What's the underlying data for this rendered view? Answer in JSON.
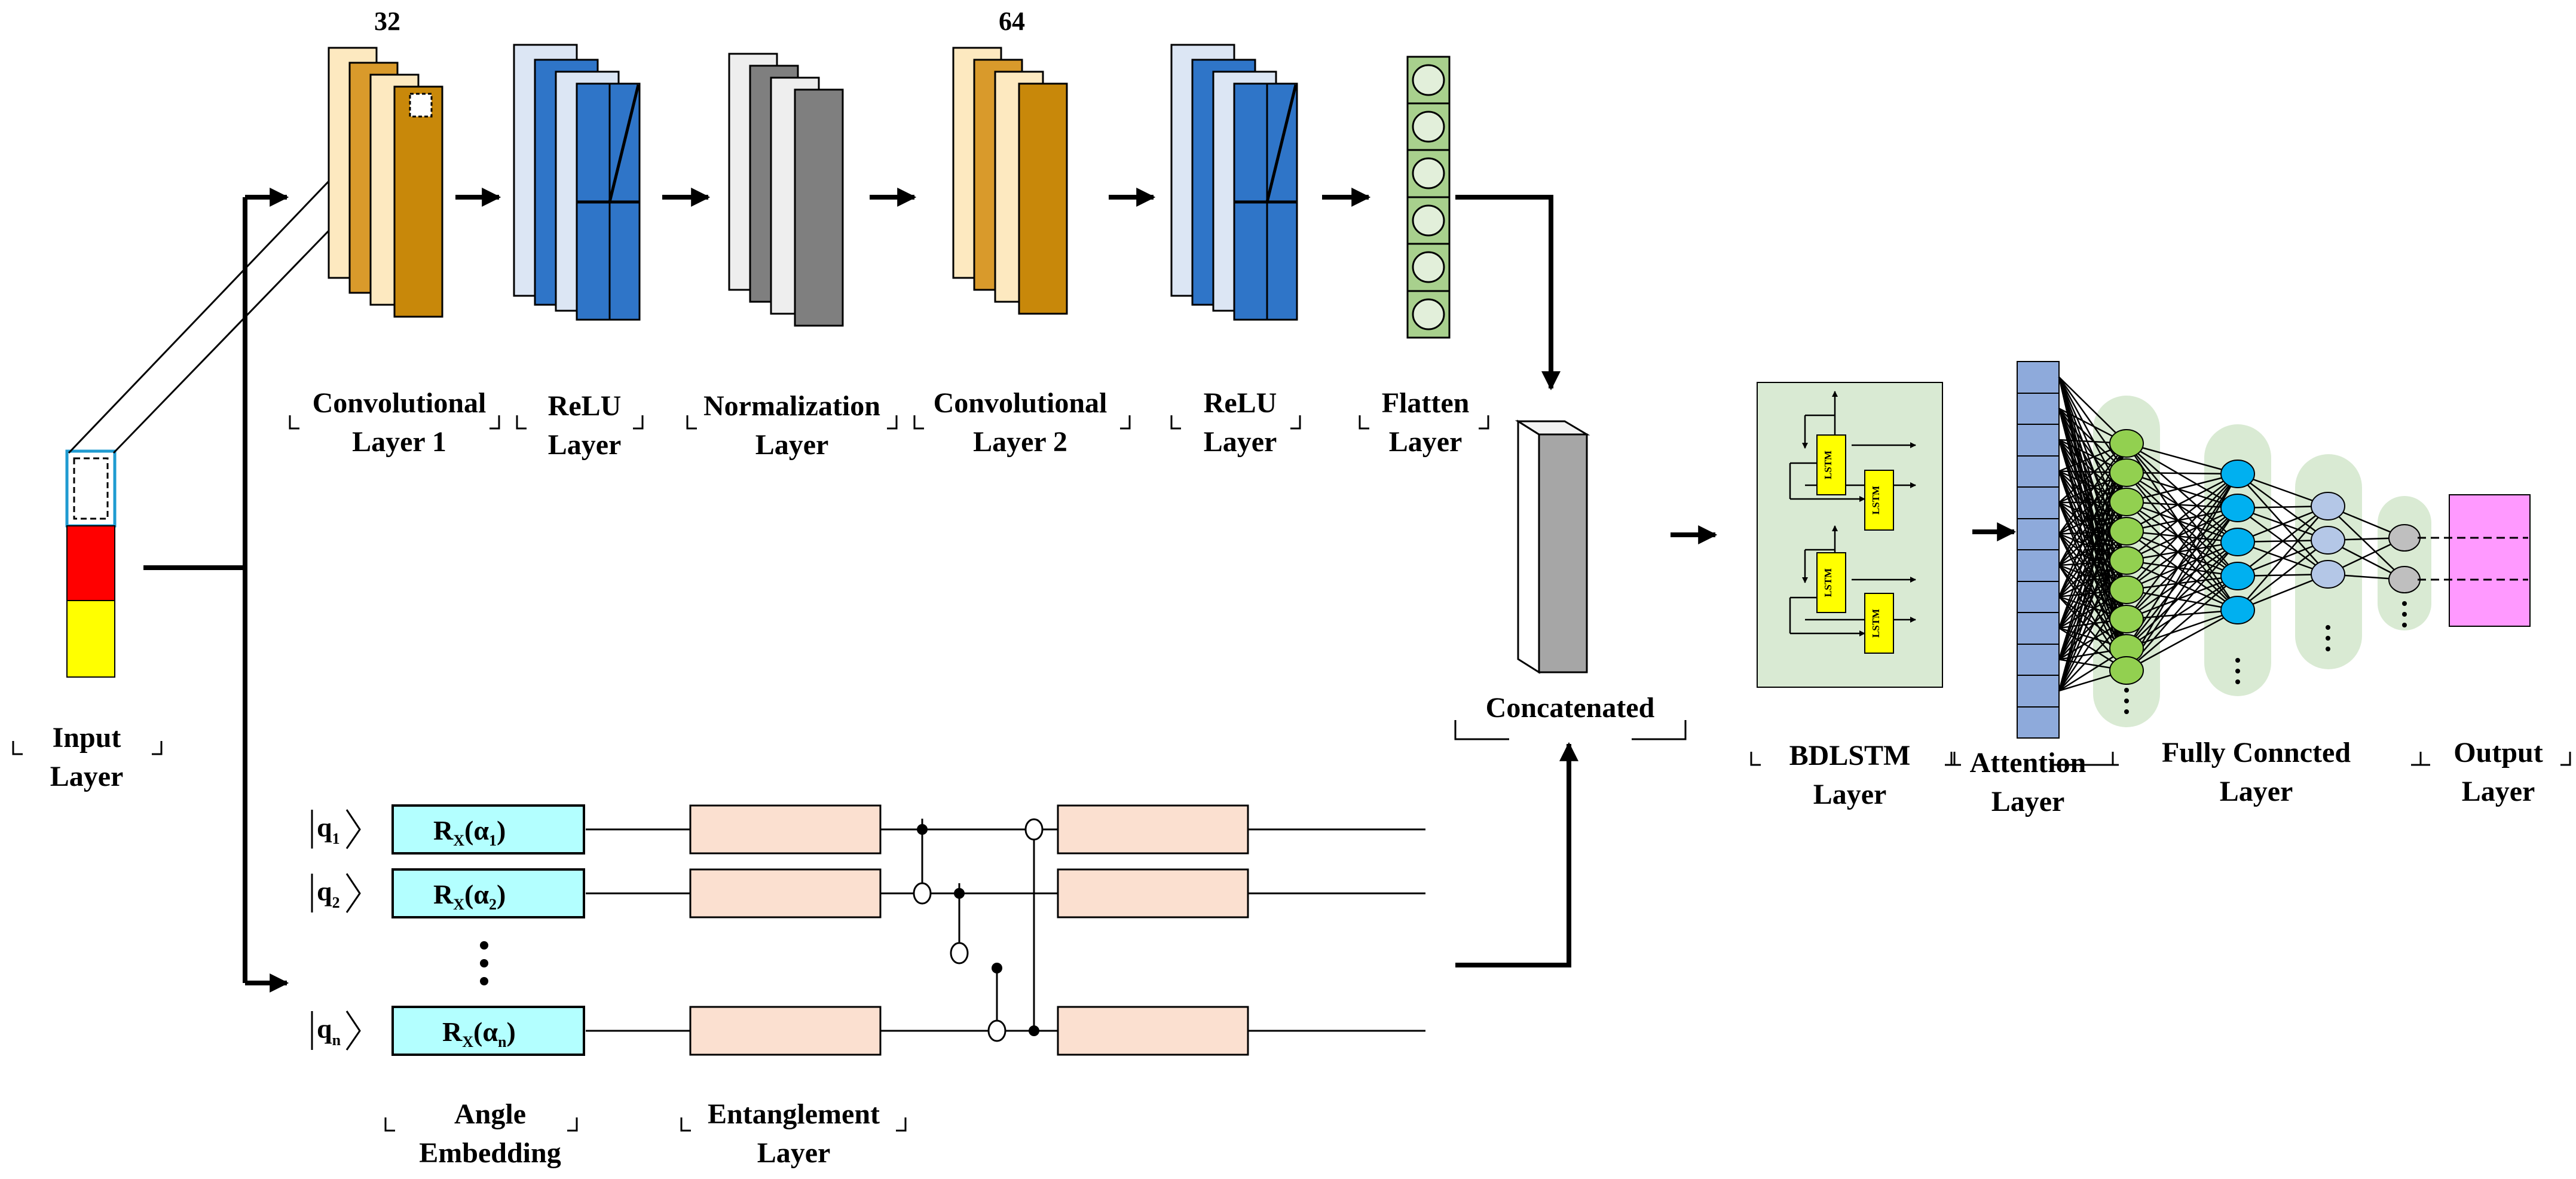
{
  "labels": {
    "input": [
      "Input",
      "Layer"
    ],
    "conv1": [
      "Convolutional",
      "Layer 1"
    ],
    "relu1": [
      "ReLU",
      "Layer"
    ],
    "norm": [
      "Normalization",
      "Layer"
    ],
    "conv2": [
      "Convolutional",
      "Layer 2"
    ],
    "relu2": [
      "ReLU",
      "Layer"
    ],
    "flatten": [
      "Flatten",
      "Layer"
    ],
    "concat": "Concatenated",
    "bdlstm": [
      "BDLSTM",
      "Layer"
    ],
    "attention": [
      "Attention",
      "Layer"
    ],
    "fc": [
      "Fully Conncted",
      "Layer"
    ],
    "output": [
      "Output",
      "Layer"
    ],
    "angle": [
      "Angle",
      "Embedding"
    ],
    "entangle": [
      "Entanglement",
      "Layer"
    ]
  },
  "filters": {
    "conv1": "32",
    "conv2": "64"
  },
  "lstm_label": "LSTM",
  "gate": {
    "main": "R",
    "sub": "X",
    "alpha": "α",
    "open": "(",
    "close": ")"
  },
  "qubits": [
    {
      "name": "q",
      "sub": "1",
      "alpha_sub": "1"
    },
    {
      "name": "q",
      "sub": "2",
      "alpha_sub": "2"
    },
    {
      "name": "q",
      "sub": "n",
      "alpha_sub": "n"
    }
  ],
  "colors": {
    "input_top": "#ffffff",
    "input_mid": "#ff0000",
    "input_bottom": "#ffff00",
    "conv_light": "#fde9c0",
    "conv_mid": "#d99a2b",
    "conv_dark": "#c8880a",
    "relu_light": "#dce6f4",
    "relu_dark": "#2f75c8",
    "norm_light": "#eeeeee",
    "norm_dark": "#7f7f7f",
    "flatten": "#a8d08d",
    "lstm_box": "#ffff00",
    "lstm_panel": "#d9ead3",
    "attention": "#8eaadb",
    "node_green": "#92d050",
    "node_cyan": "#00b0f0",
    "node_lavender": "#b4c7e7",
    "node_gray": "#bfbfbf",
    "output": "#ff99ff",
    "angle_gate": "#b3ffff",
    "entangle_gate": "#fbe0d0"
  }
}
